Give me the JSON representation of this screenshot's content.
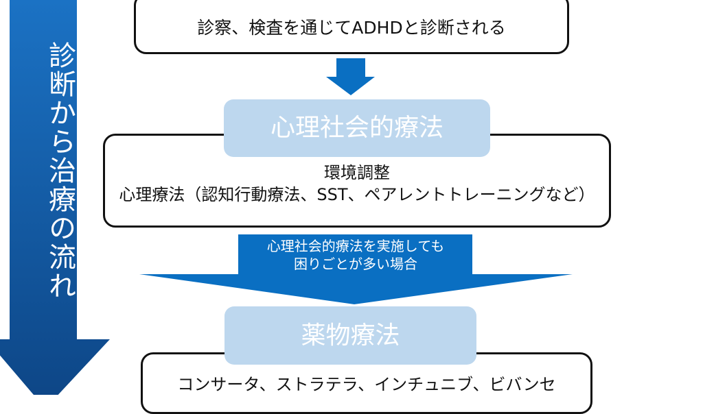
{
  "side_arrow": {
    "label": "診断から治療の流れ",
    "color_top": "#1b72c4",
    "color_bottom": "#0d4585"
  },
  "steps": [
    {
      "text": "診察、検査を通じてADHDと診断される"
    },
    {
      "title": "心理社会的療法",
      "lines": [
        "環境調整",
        "心理療法（認知行動療法、SST、ペアレントトレーニングなど）"
      ]
    },
    {
      "title": "薬物療法",
      "lines": [
        "コンサータ、ストラテラ、インチュニブ、ビバンセ"
      ]
    }
  ],
  "condition": {
    "lines": [
      "心理社会的療法を実施しても",
      "困りごとが多い場合"
    ]
  },
  "colors": {
    "arrow_blue": "#0a6fc2",
    "tag_bg": "#bdd7ee",
    "box_border": "#111111"
  }
}
